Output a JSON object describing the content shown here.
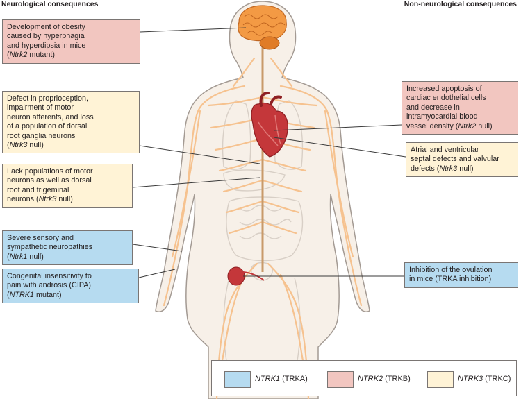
{
  "headers": {
    "left": "Neurological consequences",
    "right": "Non-neurological consequences"
  },
  "colors": {
    "ntrk1": "#b6dbf0",
    "ntrk2": "#f2c6c0",
    "ntrk3": "#fff3d6",
    "nerves": "#f6c28f",
    "body_fill": "#f7f0e8",
    "body_outline": "#a39a93",
    "brain": "#f39a44",
    "heart": "#c4373a"
  },
  "left_boxes": [
    {
      "id": "obesity",
      "gene": "ntrk2",
      "lines": [
        {
          "text": "Development of obesity"
        },
        {
          "text": "caused by hyperphagia"
        },
        {
          "text": "and hyperdipsia in mice"
        },
        {
          "pre": "(",
          "italic": "Ntrk2",
          "post": " mutant)"
        }
      ]
    },
    {
      "id": "proprioception",
      "gene": "ntrk3",
      "lines": [
        {
          "text": "Defect in proprioception,"
        },
        {
          "text": "impairment of motor"
        },
        {
          "text": "neuron afferents, and loss"
        },
        {
          "text": "of a population of dorsal"
        },
        {
          "text": "root ganglia neurons"
        },
        {
          "pre": "(",
          "italic": "Ntrk3",
          "post": " null)"
        }
      ]
    },
    {
      "id": "motor-neurons",
      "gene": "ntrk3",
      "lines": [
        {
          "text": "Lack populations of motor"
        },
        {
          "text": "neurons as well as dorsal"
        },
        {
          "text": "root and trigeminal"
        },
        {
          "pre": "neurons (",
          "italic": "Ntrk3",
          "post": " null)"
        }
      ]
    },
    {
      "id": "neuropathies",
      "gene": "ntrk1",
      "lines": [
        {
          "text": "Severe sensory and"
        },
        {
          "text": "sympathetic neuropathies"
        },
        {
          "pre": "(",
          "italic": "Ntrk1",
          "post": " null)"
        }
      ]
    },
    {
      "id": "cipa",
      "gene": "ntrk1",
      "lines": [
        {
          "text": "Congenital insensitivity to"
        },
        {
          "text": "pain with androsis (CIPA)"
        },
        {
          "pre": "(",
          "italic": "NTRK1",
          "post": " mutant)"
        }
      ]
    }
  ],
  "right_boxes": [
    {
      "id": "apoptosis",
      "gene": "ntrk2",
      "lines": [
        {
          "text": "Increased apoptosis of"
        },
        {
          "text": "cardiac endothelial cells"
        },
        {
          "text": "and decrease in"
        },
        {
          "text": "intramyocardial blood"
        },
        {
          "pre": "vessel density (",
          "italic": "Ntrk2",
          "post": " null)"
        }
      ]
    },
    {
      "id": "septal",
      "gene": "ntrk3",
      "lines": [
        {
          "text": "Atrial and ventricular"
        },
        {
          "text": "septal defects and valvular"
        },
        {
          "pre": "defects (",
          "italic": "Ntrk3",
          "post": " null)"
        }
      ]
    },
    {
      "id": "ovulation",
      "gene": "ntrk1",
      "lines": [
        {
          "text": "Inhibition of the ovulation"
        },
        {
          "text": "in mice (TRKA inhibition)"
        }
      ]
    }
  ],
  "legend": [
    {
      "gene": "ntrk1",
      "italic": "NTRK1",
      "post": " (TRKA)"
    },
    {
      "gene": "ntrk2",
      "italic": "NTRK2",
      "post": " (TRKB)"
    },
    {
      "gene": "ntrk3",
      "italic": "NTRK3",
      "post": " (TRKC)"
    }
  ]
}
